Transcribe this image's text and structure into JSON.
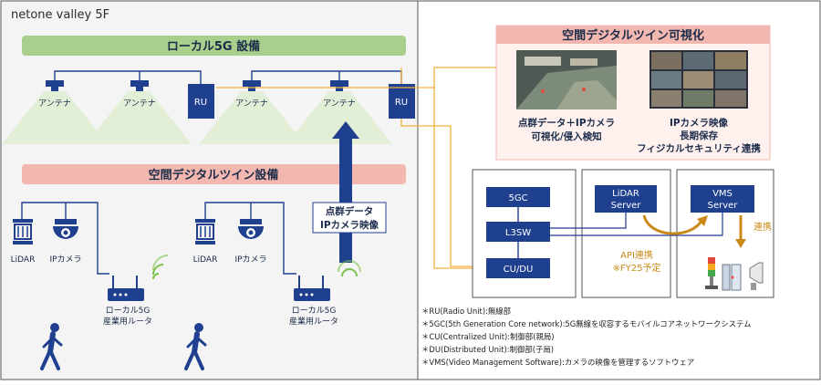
{
  "title": "netone valley 5F",
  "local5g_band": "ローカル5G 設備",
  "twin_band": "空間デジタルツイン設備",
  "viz_band": "空間デジタルツイン可視化",
  "antenna_label": "アンテナ",
  "ru_label": "RU",
  "arrow_label_line1": "点群データ",
  "arrow_label_line2": "IPカメラ映像",
  "lidar_label": "LiDAR",
  "ipcam_label": "IPカメラ",
  "router_label_line1": "ローカル5G",
  "router_label_line2": "産業用ルータ",
  "viz_left_line1": "点群データ＋IPカメラ",
  "viz_left_line2": "可視化/侵入検知",
  "viz_right_line1": "IPカメラ映像",
  "viz_right_line2": "長期保存",
  "viz_right_line3": "フィジカルセキュリティ連携",
  "box_5gc": "5GC",
  "box_l3sw": "L3SW",
  "box_cudu": "CU/DU",
  "lidar_server_line1": "LiDAR",
  "lidar_server_line2": "Server",
  "vms_server_line1": "VMS",
  "vms_server_line2": "Server",
  "renkei": "連携",
  "api_line1": "API連携",
  "api_line2": "※FY25予定",
  "footnotes": [
    "＊RU(Radio Unit):無線部",
    "＊5GC(5th Generation Core network):5G無線を収容するモバイルコアネットワークシステム",
    "＊CU(Centralized Unit):制御部(親局)",
    "＊DU(Distributed Unit):制御部(子局)",
    "＊VMS(Video Management Software):カメラの映像を管理するソフトウェア"
  ],
  "colors": {
    "navy": "#1f3f8f",
    "green_band": "#a9cf8c",
    "pink_band": "#f2b7ae",
    "orange_line": "#f2b13a",
    "beam": "#e2efd6"
  }
}
